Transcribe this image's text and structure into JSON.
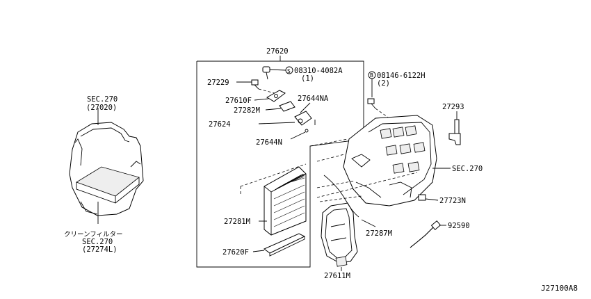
{
  "diagram_id": "J27100A8",
  "labels": {
    "assy_27620": "27620",
    "screw": "08310-4082A",
    "screw_qty": "(1)",
    "screw_symbol": "S",
    "bolt": "08146-6122H",
    "bolt_qty": "(2)",
    "bolt_symbol": "B",
    "p27229": "27229",
    "p27610f": "27610F",
    "p27644na": "27644NA",
    "p27282m": "27282M",
    "p27624": "27624",
    "p27644n": "27644N",
    "p27293": "27293",
    "sec270_right": "SEC.270",
    "sec270_left": "SEC.270",
    "sec270_left_ref": "(27020)",
    "p27281m": "27281M",
    "p27287m": "27287M",
    "p27723n": "27723N",
    "p92590": "92590",
    "p27620f": "27620F",
    "p27611m": "27611M",
    "filter_jp": "クリーンフィルター",
    "sec270_filter": "SEC.270",
    "sec270_filter_ref": "(27274L)"
  }
}
